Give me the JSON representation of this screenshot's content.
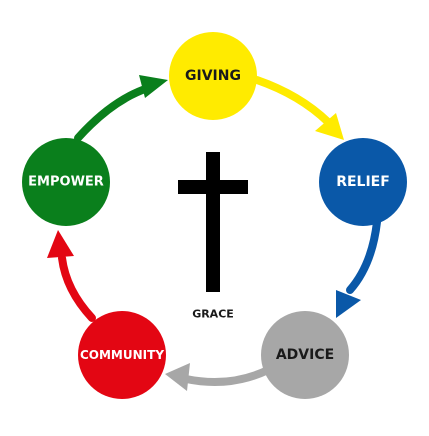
{
  "diagram": {
    "center_label": "GRACE",
    "center_symbol": "cross",
    "nodes": [
      {
        "id": "giving",
        "label": "GIVING",
        "color": "#FFEB00",
        "text_color": "#1a1a1a"
      },
      {
        "id": "relief",
        "label": "RELIEF",
        "color": "#0A58A8",
        "text_color": "#ffffff"
      },
      {
        "id": "advice",
        "label": "ADVICE",
        "color": "#A7A7A7",
        "text_color": "#1a1a1a"
      },
      {
        "id": "community",
        "label": "COMMUNITY",
        "color": "#E30613",
        "text_color": "#ffffff"
      },
      {
        "id": "empower",
        "label": "EMPOWER",
        "color": "#0A7F1C",
        "text_color": "#ffffff"
      }
    ],
    "arrows": [
      {
        "from": "giving",
        "to": "relief",
        "color": "#FFEB00"
      },
      {
        "from": "relief",
        "to": "advice",
        "color": "#0A58A8"
      },
      {
        "from": "advice",
        "to": "community",
        "color": "#A7A7A7"
      },
      {
        "from": "community",
        "to": "empower",
        "color": "#E30613"
      },
      {
        "from": "empower",
        "to": "giving",
        "color": "#0A7F1C"
      }
    ]
  }
}
